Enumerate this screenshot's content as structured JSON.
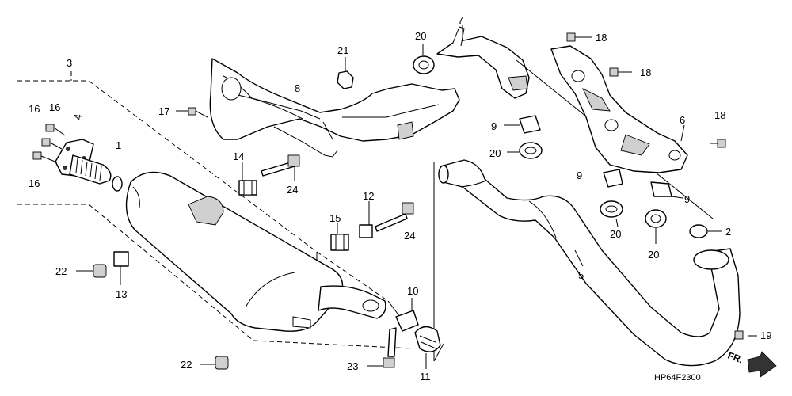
{
  "diagram": {
    "drawing_code": "HP64F2300",
    "direction_label": "FR.",
    "callouts": [
      {
        "id": "c3",
        "label": "3"
      },
      {
        "id": "c4",
        "label": "4"
      },
      {
        "id": "c16a",
        "label": "16"
      },
      {
        "id": "c16b",
        "label": "16"
      },
      {
        "id": "c16c",
        "label": "16"
      },
      {
        "id": "c1",
        "label": "1"
      },
      {
        "id": "c17",
        "label": "17"
      },
      {
        "id": "c8",
        "label": "8"
      },
      {
        "id": "c21",
        "label": "21"
      },
      {
        "id": "c20a",
        "label": "20"
      },
      {
        "id": "c7",
        "label": "7"
      },
      {
        "id": "c18a",
        "label": "18"
      },
      {
        "id": "c18b",
        "label": "18"
      },
      {
        "id": "c18c",
        "label": "18"
      },
      {
        "id": "c9a",
        "label": "9"
      },
      {
        "id": "c20b",
        "label": "20"
      },
      {
        "id": "c6",
        "label": "6"
      },
      {
        "id": "c9b",
        "label": "9"
      },
      {
        "id": "c9c",
        "label": "9"
      },
      {
        "id": "c20c",
        "label": "20"
      },
      {
        "id": "c20d",
        "label": "20"
      },
      {
        "id": "c2",
        "label": "2"
      },
      {
        "id": "c14",
        "label": "14"
      },
      {
        "id": "c24a",
        "label": "24"
      },
      {
        "id": "c12",
        "label": "12"
      },
      {
        "id": "c15",
        "label": "15"
      },
      {
        "id": "c24b",
        "label": "24"
      },
      {
        "id": "c5",
        "label": "5"
      },
      {
        "id": "c22a",
        "label": "22"
      },
      {
        "id": "c13",
        "label": "13"
      },
      {
        "id": "c10",
        "label": "10"
      },
      {
        "id": "c22b",
        "label": "22"
      },
      {
        "id": "c23",
        "label": "23"
      },
      {
        "id": "c11",
        "label": "11"
      },
      {
        "id": "c19",
        "label": "19"
      }
    ]
  }
}
